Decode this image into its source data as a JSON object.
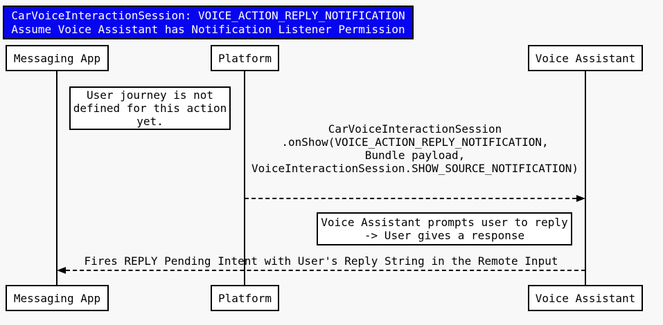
{
  "diagram": {
    "kind": "sequence-diagram",
    "background_color": "#F8F8F8",
    "title": {
      "lines": [
        "CarVoiceInteractionSession: VOICE_ACTION_REPLY_NOTIFICATION",
        "Assume Voice Assistant has Notification Listener Permission"
      ],
      "bg_color": "#0704F0",
      "text_color": "#FFFFFF",
      "border_color": "#000000"
    },
    "actors": [
      {
        "name": "Messaging App"
      },
      {
        "name": "Platform"
      },
      {
        "name": "Voice Assistant"
      }
    ],
    "notes": [
      {
        "lines": [
          "User journey is not",
          "defined for this action",
          "yet."
        ]
      },
      {
        "lines": [
          "Voice Assistant prompts user to reply",
          "-> User gives a response"
        ]
      }
    ],
    "messages": [
      {
        "from": "Platform",
        "to": "Voice Assistant",
        "line_style": "dashed",
        "lines": [
          "CarVoiceInteractionSession",
          ".onShow(VOICE_ACTION_REPLY_NOTIFICATION,",
          "Bundle payload,",
          "VoiceInteractionSession.SHOW_SOURCE_NOTIFICATION)"
        ]
      },
      {
        "from": "Voice Assistant",
        "to": "Messaging App",
        "line_style": "dashed",
        "lines": [
          "Fires REPLY Pending Intent with User's Reply String in the Remote Input"
        ]
      }
    ],
    "colors": {
      "line": "#000000",
      "box_fill": "#FFFFFF",
      "text": "#000000"
    }
  }
}
